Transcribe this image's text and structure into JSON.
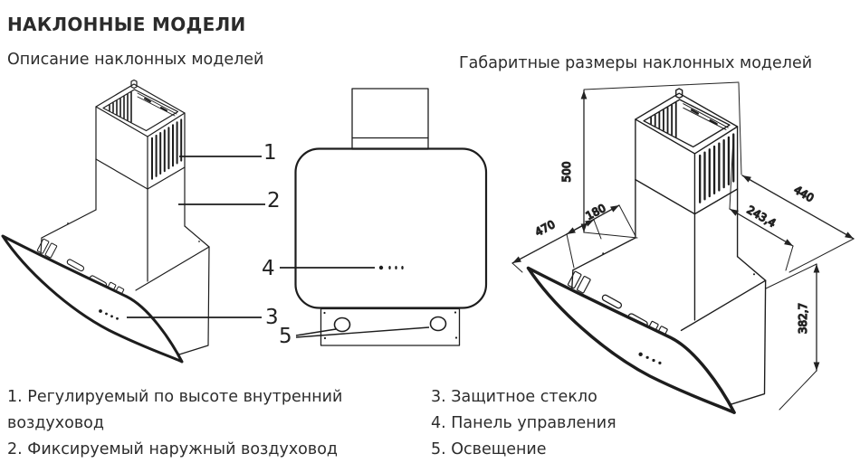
{
  "page": {
    "title": "НАКЛОННЫЕ МОДЕЛИ"
  },
  "sections": {
    "left": {
      "subtitle": "Описание наклонных моделей"
    },
    "right": {
      "subtitle": "Габаритные размеры наклонных моделей"
    }
  },
  "callouts": {
    "c1": "1",
    "c2": "2",
    "c3": "3",
    "c4": "4",
    "c5": "5"
  },
  "dimensions": {
    "duct_height": "500",
    "body_depth": "470",
    "duct_depth": "180",
    "duct_width": "243,4",
    "body_width": "440",
    "body_height": "382,7"
  },
  "legend_left": [
    {
      "text": "1. Регулируемый по высоте внутренний воздуховод"
    },
    {
      "text": "2. Фиксируемый наружный воздуховод"
    }
  ],
  "legend_right": [
    {
      "text": "3. Защитное стекло"
    },
    {
      "text": "4. Панель управления"
    },
    {
      "text": "5. Освещение"
    }
  ],
  "colors": {
    "ink": "#2b2b2b",
    "line": "#1d1d1d",
    "bg": "#ffffff"
  }
}
